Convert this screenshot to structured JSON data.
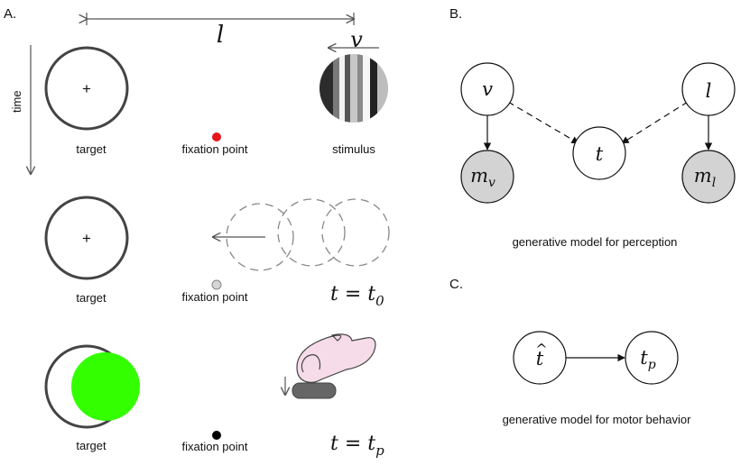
{
  "panels": {
    "a": "A.",
    "b": "B.",
    "c": "C."
  },
  "panel_a": {
    "distance_symbol": "l",
    "velocity_symbol": "v",
    "time_label": "time",
    "row1": {
      "target": "target",
      "fixation": "fixation point",
      "stimulus": "stimulus",
      "fixation_color": "#e8141b"
    },
    "row2": {
      "target": "target",
      "fixation": "fixation point",
      "time_eq": "t = t",
      "time_sub": "0",
      "fixation_color": "#d6d6d6"
    },
    "row3": {
      "target": "target",
      "fixation": "fixation point",
      "time_eq": "t = t",
      "time_sub": "p",
      "fixation_color": "#000000",
      "disk_color": "#33ff00"
    }
  },
  "panel_b": {
    "caption": "generative model for perception",
    "nodes": {
      "v": {
        "symbol": "v",
        "observed": false
      },
      "l": {
        "symbol": "l",
        "observed": false
      },
      "t": {
        "symbol": "t",
        "observed": false
      },
      "mv": {
        "symbol": "m",
        "sub": "v",
        "observed": true
      },
      "ml": {
        "symbol": "m",
        "sub": "l",
        "observed": true
      }
    },
    "observed_fill": "#d3d3d3"
  },
  "panel_c": {
    "caption": "generative model for motor behavior",
    "nodes": {
      "that": {
        "symbol": "t",
        "hat": "^"
      },
      "tp": {
        "symbol": "t",
        "sub": "p"
      }
    }
  }
}
